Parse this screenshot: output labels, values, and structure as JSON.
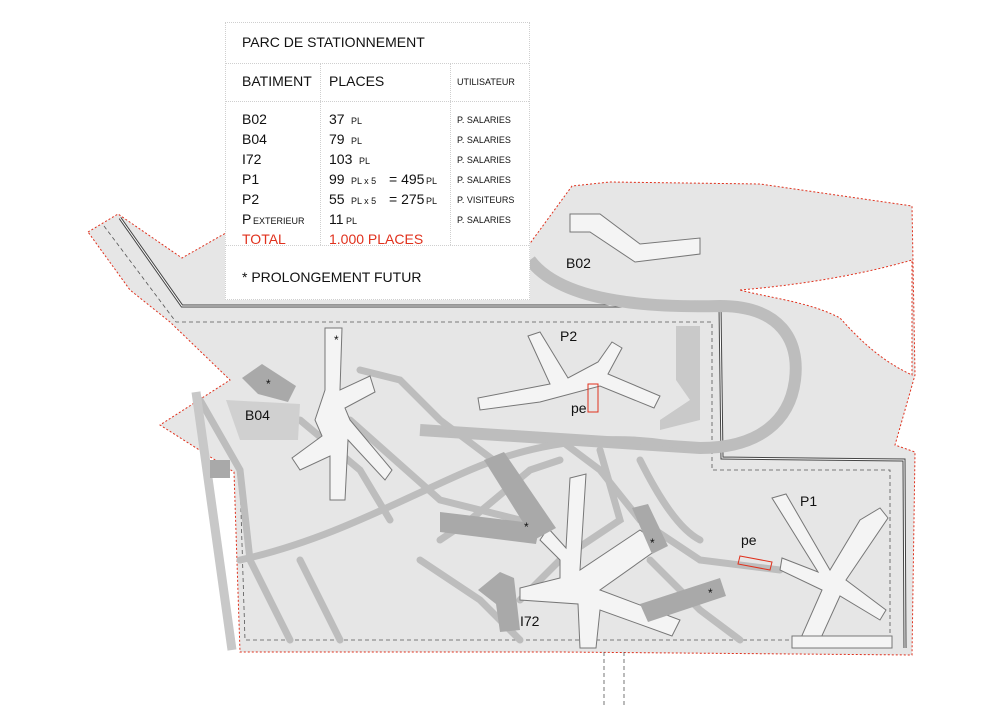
{
  "legend": {
    "title": "PARC DE STATIONNEMENT",
    "headers": {
      "building": "BATIMENT",
      "places": "PLACES",
      "user": "UTILISATEUR"
    },
    "rows": [
      {
        "building": "B02",
        "places_num": "37",
        "places_unit": "PL",
        "calc": "",
        "user": "P. SALARIES"
      },
      {
        "building": "B04",
        "places_num": "79",
        "places_unit": "PL",
        "calc": "",
        "user": "P. SALARIES"
      },
      {
        "building": "I72",
        "places_num": "103",
        "places_unit": "PL",
        "calc": "",
        "user": "P. SALARIES"
      },
      {
        "building": "P1",
        "places_num": "99",
        "places_unit": "PL x 5",
        "calc": "= 495",
        "calc_unit": "PL",
        "user": "P. SALARIES"
      },
      {
        "building": "P2",
        "places_num": "55",
        "places_unit": "PL x 5",
        "calc": "= 275",
        "calc_unit": "PL",
        "user": "P. VISITEURS"
      },
      {
        "building_cap": "P",
        "building_rest": "EXTERIEUR",
        "places_num": "11",
        "places_unit": "PL",
        "calc": "",
        "user": "P. SALARIES"
      }
    ],
    "total_label": "TOTAL",
    "total_value": "1.000 PLACES",
    "footnote": "* PROLONGEMENT FUTUR"
  },
  "labels": {
    "b02": "B02",
    "b04": "B04",
    "p2": "P2",
    "p1": "P1",
    "i72": "I72",
    "pe1": "pe",
    "pe2": "pe",
    "star": "*"
  },
  "colors": {
    "site_fill": "#e6e6e6",
    "site_outline": "#e0311d",
    "road": "#bdbdbd",
    "building_fill": "#f4f4f4",
    "future_wing": "#a9a9a9",
    "total_red": "#e0311d"
  }
}
